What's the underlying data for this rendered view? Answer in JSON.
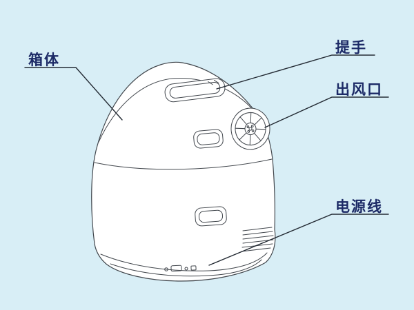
{
  "scene": {
    "background_color": "#d8eef6",
    "line_color": "#41464c",
    "leader_color": "#232a33",
    "label_color": "#1c2a66"
  },
  "labels": {
    "body": "箱体",
    "handle": "提手",
    "air_outlet": "出风口",
    "power_cord": "电源线"
  }
}
